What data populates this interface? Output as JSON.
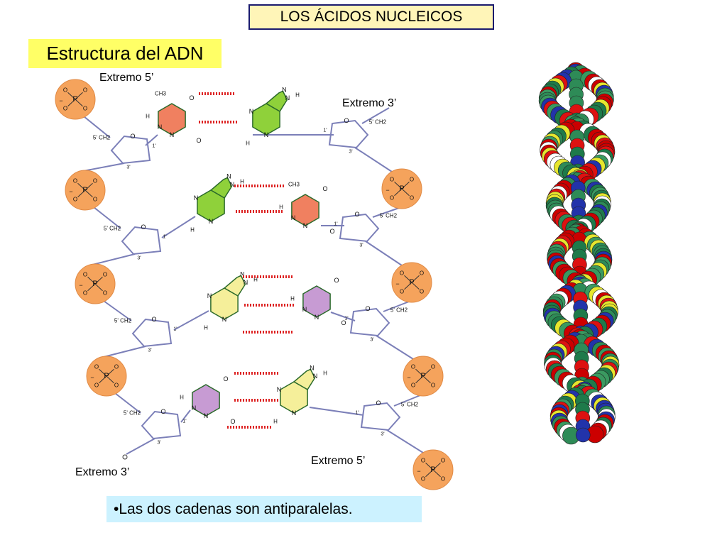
{
  "title": "LOS ÁCIDOS NUCLEICOS",
  "subtitle": "Estructura del ADN",
  "labels": {
    "end5_top": "Extremo 5’",
    "end3_top": "Extremo 3’",
    "end5_bottom": "Extremo 5’",
    "end3_bottom": "Extremo 3’"
  },
  "note": "•Las dos cadenas son antiparalelas.",
  "atoms": {
    "phosphorus": "P",
    "oxygen": "O",
    "nitrogen": "N",
    "hydrogen": "H",
    "carbon_methyl": "CH",
    "methylene": "CH",
    "sub": "2",
    "sub_methyl": "3",
    "prime1": "1'",
    "prime3": "3'",
    "prime5": "5'",
    "minus": "−"
  },
  "colors": {
    "phosphate": "#f5a35c",
    "adenine": "#8fd13a",
    "thymine": "#f08060",
    "guanine": "#f5ef9a",
    "cytosine": "#c79bd3",
    "hbond": "#dd2222",
    "backbone": "#7b7fb8"
  }
}
